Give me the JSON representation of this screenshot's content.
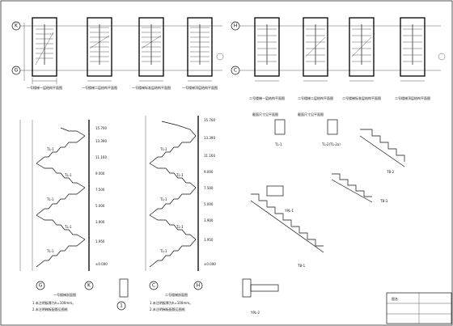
{
  "top_left": {
    "axis_top": "K",
    "axis_bottom": "G",
    "plans": [
      {
        "caption": "一号楼梯一层结构平面图"
      },
      {
        "caption": "一号楼梯二层结构平面图"
      },
      {
        "caption": "一号楼梯标准层结构平面图"
      },
      {
        "caption": "一号楼梯顶层结构平面图"
      }
    ]
  },
  "top_right": {
    "axis_top": "H",
    "axis_bottom": "C",
    "plans": [
      {
        "caption": "二号楼梯一层结构平面图"
      },
      {
        "caption": "二号楼梯二层结构平面图"
      },
      {
        "caption": "二号楼梯标准层结构平面图"
      },
      {
        "caption": "二号楼梯顶层结构平面图"
      }
    ]
  },
  "section1": {
    "title": "一号楼梯剖面图",
    "axis_left": "G",
    "axis_right": "K",
    "flight_labels": [
      "TL-1",
      "TL-1",
      "TL-1",
      "TL-1",
      "TL-1"
    ],
    "elevations": [
      "15.700",
      "13.390",
      "11.160",
      "9.000",
      "7.500",
      "5.000",
      "3.900",
      "1.950",
      "±0.000"
    ],
    "notes": [
      "1.未注明板厚为h=100mm。",
      "2.未注明梯板配筋见图纸"
    ]
  },
  "section2": {
    "title": "二号楼梯剖面图",
    "axis_left": "C",
    "axis_right": "H",
    "flight_labels": [
      "TL-1",
      "TL-1",
      "TL-1",
      "TL-1",
      "TL-1"
    ],
    "elevations": [
      "15.700",
      "13.390",
      "11.160",
      "9.000",
      "7.500",
      "5.000",
      "3.900",
      "1.950",
      "±0.000"
    ],
    "notes": [
      "1.未注明板厚为h=100mm。",
      "2.未注明梯板配筋见图纸"
    ]
  },
  "details": {
    "tl1": "TL-1",
    "tl2": "TL-2(TL-2a)",
    "tb1": "TB-1",
    "tb2": "TB-2",
    "tb3": "TB-3",
    "ypl": "YPL-1",
    "ypl2": "YPL-2",
    "circle_axis": "1",
    "top_note_1": "截面尺寸见平面图",
    "top_note_2": "截面尺寸见平面图"
  },
  "title_block": {
    "label": "图名"
  }
}
